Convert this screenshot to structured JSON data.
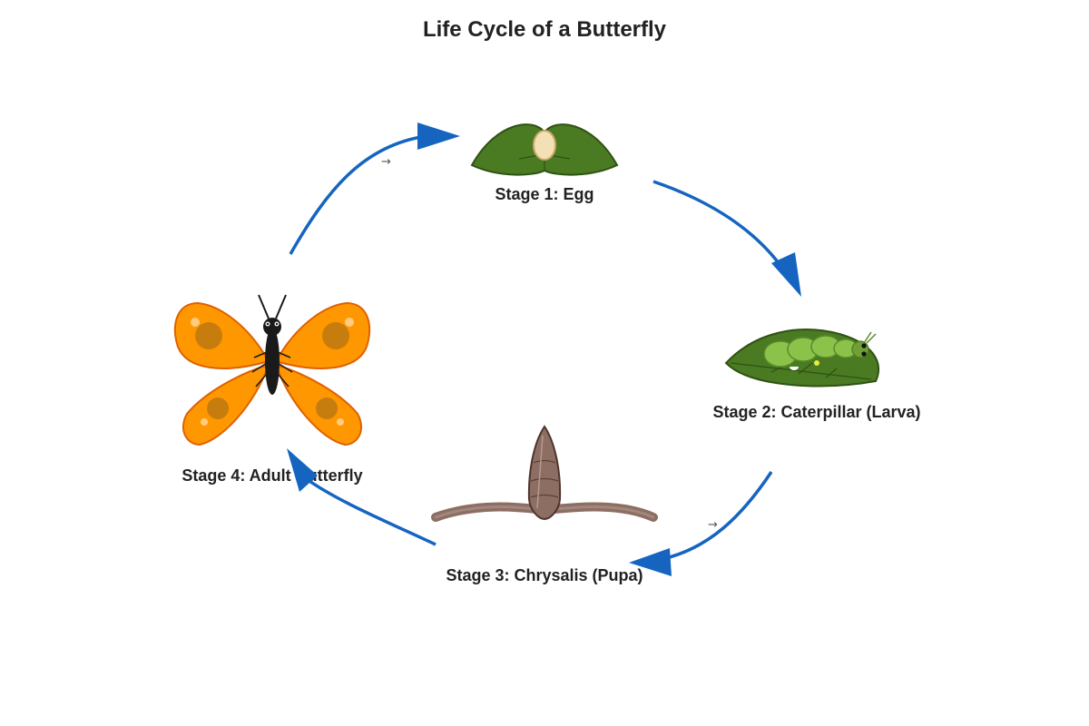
{
  "title": "Life Cycle of a Butterfly",
  "stages": [
    {
      "id": "egg",
      "label": "Stage 1: Egg"
    },
    {
      "id": "caterpillar",
      "label": "Stage 2: Caterpillar (Larva)"
    },
    {
      "id": "chrysalis",
      "label": "Stage 3: Chrysalis (Pupa)"
    },
    {
      "id": "butterfly",
      "label": "Stage 4: Adult Butterfly"
    }
  ],
  "connector_glyph": "→",
  "colors": {
    "arrow": "#1565c0",
    "leaf": "#4a7a22",
    "leaf_dark": "#2f5214",
    "egg": "#f3e0b5",
    "caterpillar": "#8bc34a",
    "chrysalis": "#8d6e63",
    "branch": "#8d6e63",
    "wing": "#ff9800",
    "wing_edge": "#e06000",
    "wing_spot": "#c77c0e",
    "body": "#1a1a1a"
  }
}
